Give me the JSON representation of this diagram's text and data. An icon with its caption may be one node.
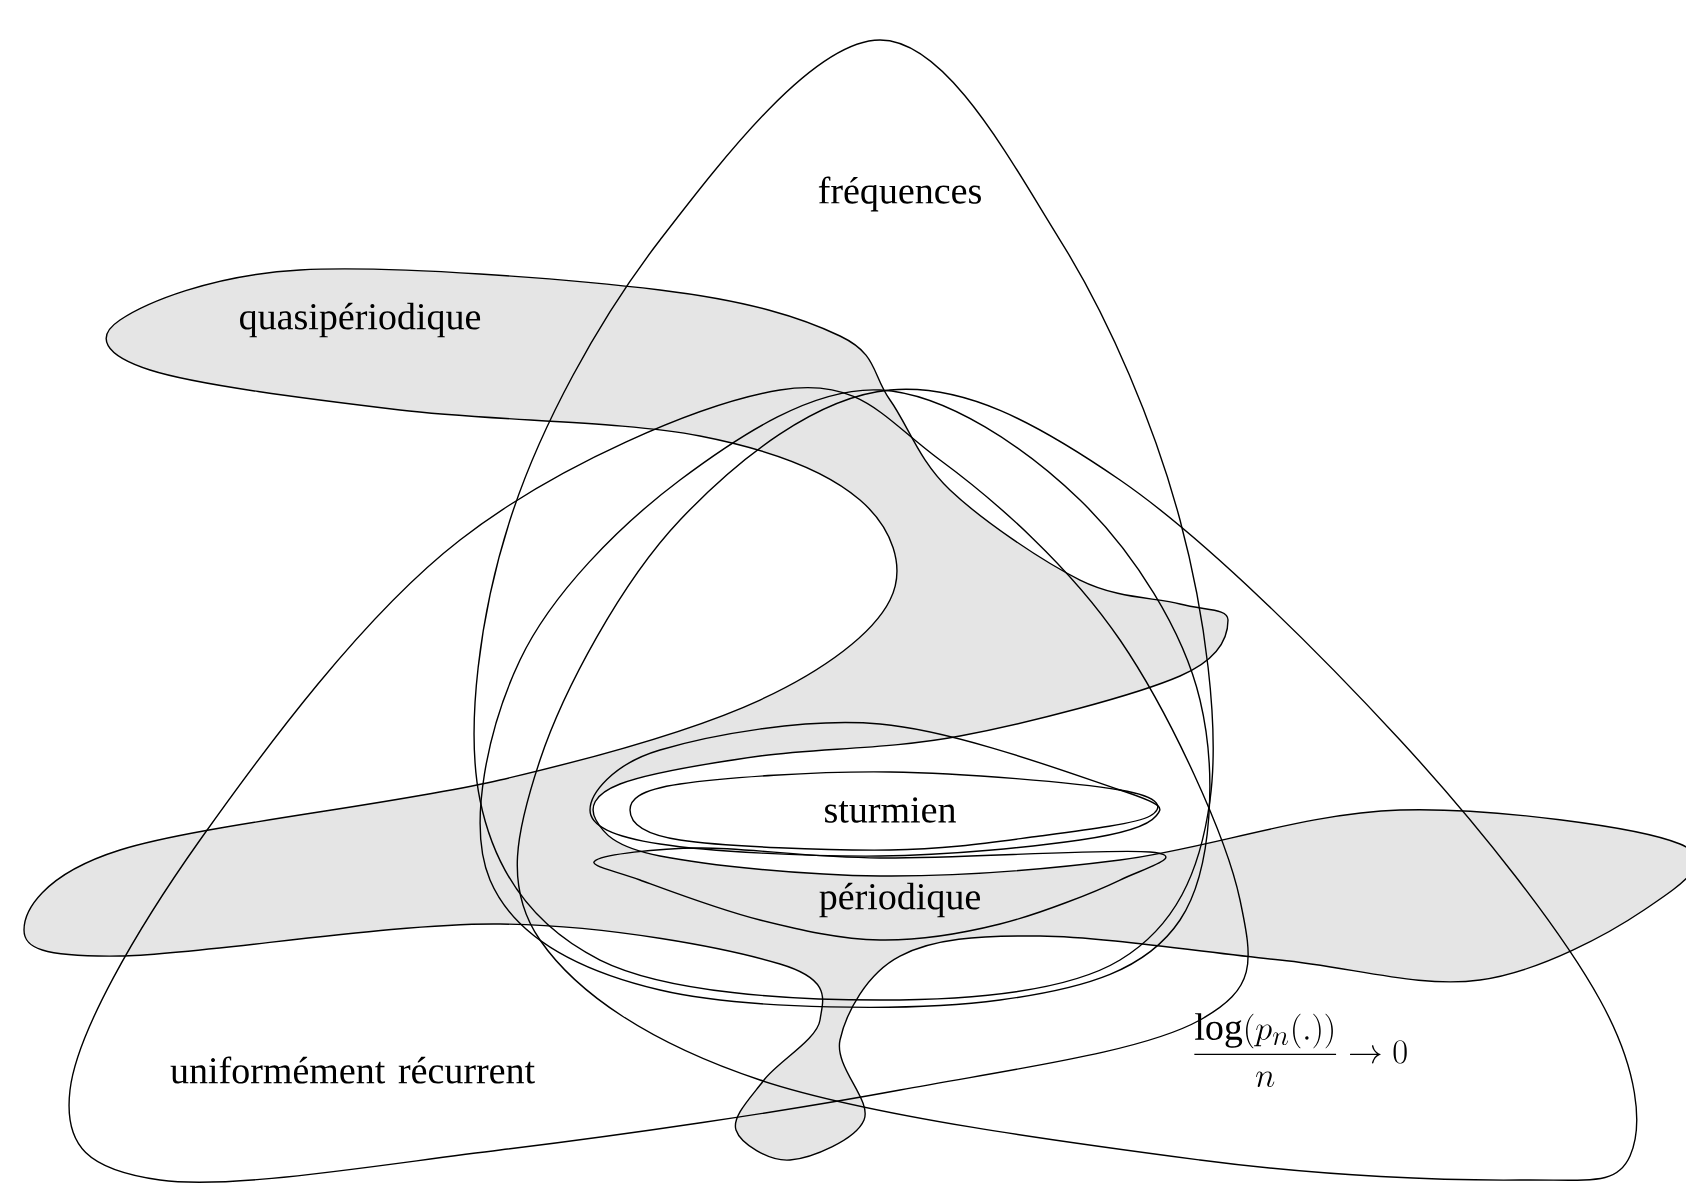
{
  "diagram": {
    "nodes": [
      {
        "text": [
          "fréquences"
        ]
      },
      {
        "text": [
          "quasipériodique"
        ]
      },
      {
        "text": [
          "sturmien"
        ]
      },
      {
        "text": [
          "périodique"
        ]
      },
      {
        "text": [
          "uniformément récurrent"
        ]
      },
      {
        "text": [
          "\\frac{\\log(p_n(.))}{n}\\to 0"
        ]
      }
    ]
  }
}
